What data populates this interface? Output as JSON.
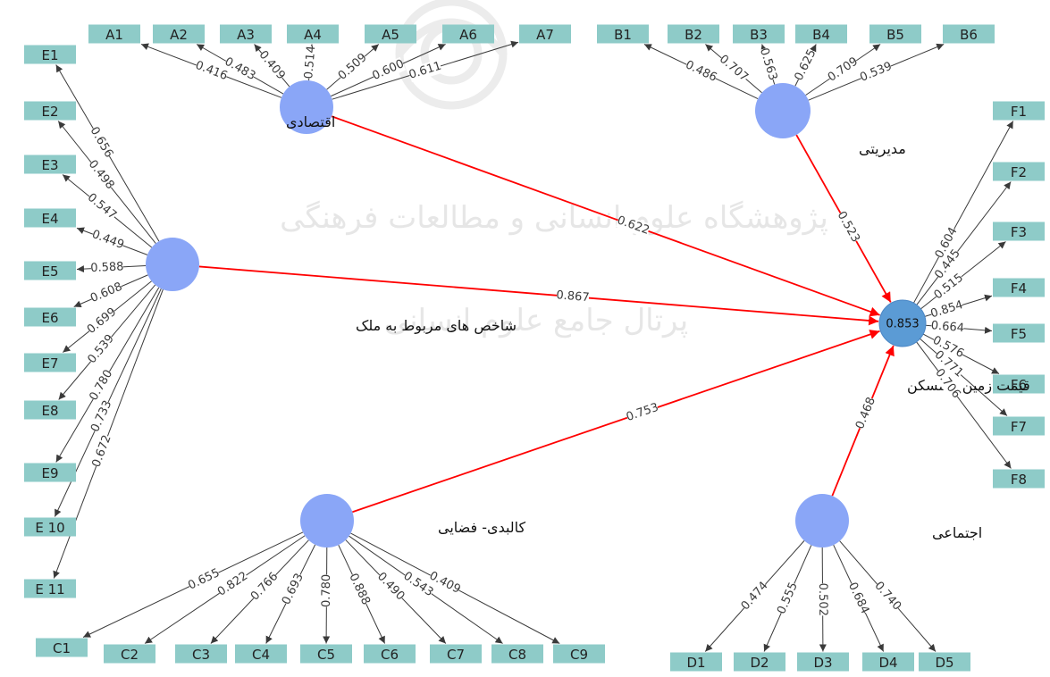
{
  "watermark": {
    "line1": "پژوهشگاه علوم انسانی و مطالعات فرهنگی",
    "line2": "پرتال جامع علوم انسانی"
  },
  "colors": {
    "construct": "#8aa6f7",
    "target": "#5b9bd5",
    "indicator": "#8ecbc8",
    "path": "#ff0000",
    "loading": "#3a3a3a"
  },
  "constructs": [
    {
      "id": "A",
      "label": "اقتصادی"
    },
    {
      "id": "B",
      "label": "مدیریتی"
    },
    {
      "id": "E",
      "label": "شاخص های مربوط به ملک"
    },
    {
      "id": "C",
      "label": "کالبدی- فضایی"
    },
    {
      "id": "D",
      "label": "اجتماعی"
    },
    {
      "id": "F",
      "label": "قیمت زمین و مسکن",
      "r2": "0.853"
    }
  ],
  "indicators": {
    "A": [
      {
        "name": "A1",
        "loading": "0.416"
      },
      {
        "name": "A2",
        "loading": "0.483"
      },
      {
        "name": "A3",
        "loading": "0.409"
      },
      {
        "name": "A4",
        "loading": "0.514"
      },
      {
        "name": "A5",
        "loading": "0.509"
      },
      {
        "name": "A6",
        "loading": "0.600"
      },
      {
        "name": "A7",
        "loading": "0.611"
      }
    ],
    "B": [
      {
        "name": "B1",
        "loading": "0.486"
      },
      {
        "name": "B2",
        "loading": "0.707"
      },
      {
        "name": "B3",
        "loading": "0.563"
      },
      {
        "name": "B4",
        "loading": "0.625"
      },
      {
        "name": "B5",
        "loading": "0.709"
      },
      {
        "name": "B6",
        "loading": "0.539"
      }
    ],
    "E": [
      {
        "name": "E1",
        "loading": "0.656"
      },
      {
        "name": "E2",
        "loading": "0.498"
      },
      {
        "name": "E3",
        "loading": "0.547"
      },
      {
        "name": "E4",
        "loading": "0.449"
      },
      {
        "name": "E5",
        "loading": "0.588"
      },
      {
        "name": "E6",
        "loading": "0.608"
      },
      {
        "name": "E7",
        "loading": "0.699"
      },
      {
        "name": "E8",
        "loading": "0.539"
      },
      {
        "name": "E9",
        "loading": "0.780"
      },
      {
        "name": "E 10",
        "loading": "0.733"
      },
      {
        "name": "E 11",
        "loading": "0.672"
      }
    ],
    "C": [
      {
        "name": "C1",
        "loading": "0.655"
      },
      {
        "name": "C2",
        "loading": "0.822"
      },
      {
        "name": "C3",
        "loading": "0.766"
      },
      {
        "name": "C4",
        "loading": "0.693"
      },
      {
        "name": "C5",
        "loading": "0.780"
      },
      {
        "name": "C6",
        "loading": "0.888"
      },
      {
        "name": "C7",
        "loading": "0.490"
      },
      {
        "name": "C8",
        "loading": "0.543"
      },
      {
        "name": "C9",
        "loading": "0.409"
      }
    ],
    "D": [
      {
        "name": "D1",
        "loading": "0.474"
      },
      {
        "name": "D2",
        "loading": "0.555"
      },
      {
        "name": "D3",
        "loading": "0.502"
      },
      {
        "name": "D4",
        "loading": "0.684"
      },
      {
        "name": "D5",
        "loading": "0.740"
      }
    ],
    "F": [
      {
        "name": "F1",
        "loading": "0.604"
      },
      {
        "name": "F2",
        "loading": "0.445"
      },
      {
        "name": "F3",
        "loading": "0.515"
      },
      {
        "name": "F4",
        "loading": "0.854"
      },
      {
        "name": "F5",
        "loading": "0.664"
      },
      {
        "name": "F6",
        "loading": "0.576"
      },
      {
        "name": "F7",
        "loading": "0.771"
      },
      {
        "name": "F8",
        "loading": "0.706"
      }
    ]
  },
  "paths": [
    {
      "from": "A",
      "to": "F",
      "coef": "0.622"
    },
    {
      "from": "B",
      "to": "F",
      "coef": "0.523"
    },
    {
      "from": "E",
      "to": "F",
      "coef": "0.867"
    },
    {
      "from": "C",
      "to": "F",
      "coef": "0.753"
    },
    {
      "from": "D",
      "to": "F",
      "coef": "0.468"
    }
  ]
}
